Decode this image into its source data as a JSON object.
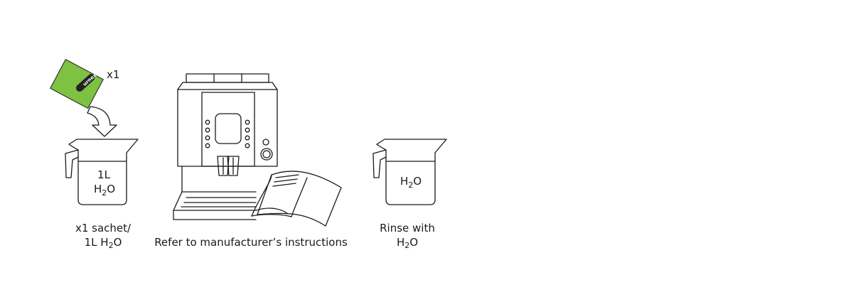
{
  "step1": {
    "quantity": "x1",
    "beaker_volume": "1L",
    "beaker_h": "H",
    "beaker_sub": "2",
    "beaker_o": "O",
    "caption_line1": "x1 sachet/",
    "caption_line2_pre": "1L H",
    "caption_line2_sub": "2",
    "caption_line2_post": "O",
    "sachet_logo": "urnex",
    "sachet_color": "#7dc242"
  },
  "step2": {
    "caption": "Refer to manufacturer’s instructions"
  },
  "step3": {
    "beaker_h": "H",
    "beaker_sub": "2",
    "beaker_o": "O",
    "caption_line1": "Rinse with",
    "caption_line2_pre": "H",
    "caption_line2_sub": "2",
    "caption_line2_post": "O"
  }
}
